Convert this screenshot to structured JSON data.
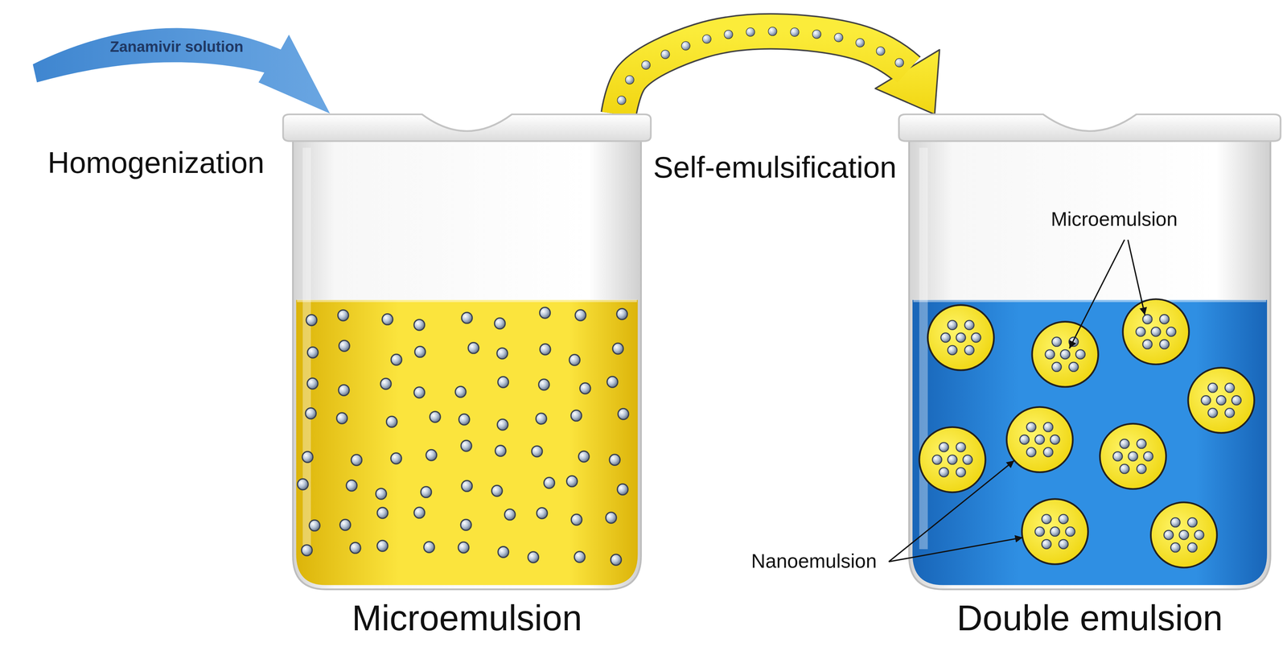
{
  "diagram": {
    "nodes": [
      {
        "text": [
          "Microemulsion"
        ]
      },
      {
        "text": [
          "Double emulsion"
        ]
      }
    ],
    "edges": [
      {
        "from": 0,
        "to": 1,
        "arrow": "to",
        "label": "Self-emulsification"
      }
    ],
    "labels": [
      "Zanamivir solution",
      "Homogenization",
      "Microemulsion",
      "Nanoemulsion"
    ]
  }
}
